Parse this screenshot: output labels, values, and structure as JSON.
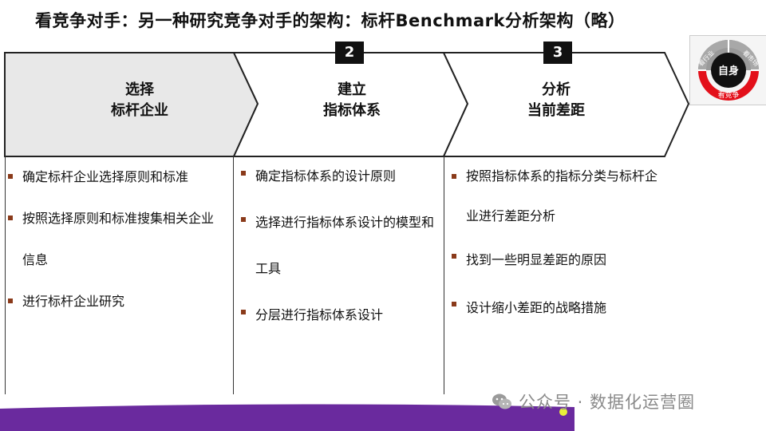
{
  "title": "看竞争对手：另一种研究竞争对手的架构：标杆Benchmark分析架构（略）",
  "steps": [
    {
      "number": "",
      "line1": "选择",
      "line2": "标杆企业"
    },
    {
      "number": "2",
      "line1": "建立",
      "line2": "指标体系"
    },
    {
      "number": "3",
      "line1": "分析",
      "line2": "当前差距"
    }
  ],
  "columns": [
    {
      "bullets": [
        "确定标杆企业选择原则和标准",
        "按照选择原则和标准搜集相关企业信息",
        "进行标杆企业研究"
      ]
    },
    {
      "bullets": [
        "确定指标体系的设计原则",
        "选择进行指标体系设计的模型和工具",
        "分层进行指标体系设计"
      ]
    },
    {
      "bullets": [
        "按照指标体系的指标分类与标杆企业进行差距分析",
        "找到一些明显差距的原因",
        "设计缩小差距的战略措施"
      ]
    }
  ],
  "badge": {
    "center": "自身",
    "left": "看行业",
    "right": "看市场",
    "bottom": "看竞争"
  },
  "watermark": "公众号 · 数据化运营圈",
  "colors": {
    "chevron_first": "#e8e8e8",
    "chevron_other": "#ffffff",
    "bullet": "#8a3a1a",
    "badge_red": "#e3101a",
    "badge_gray": "#9a9a9a",
    "footer_purple": "#6a2a9e",
    "footer_yellow": "#e8ef3a"
  }
}
